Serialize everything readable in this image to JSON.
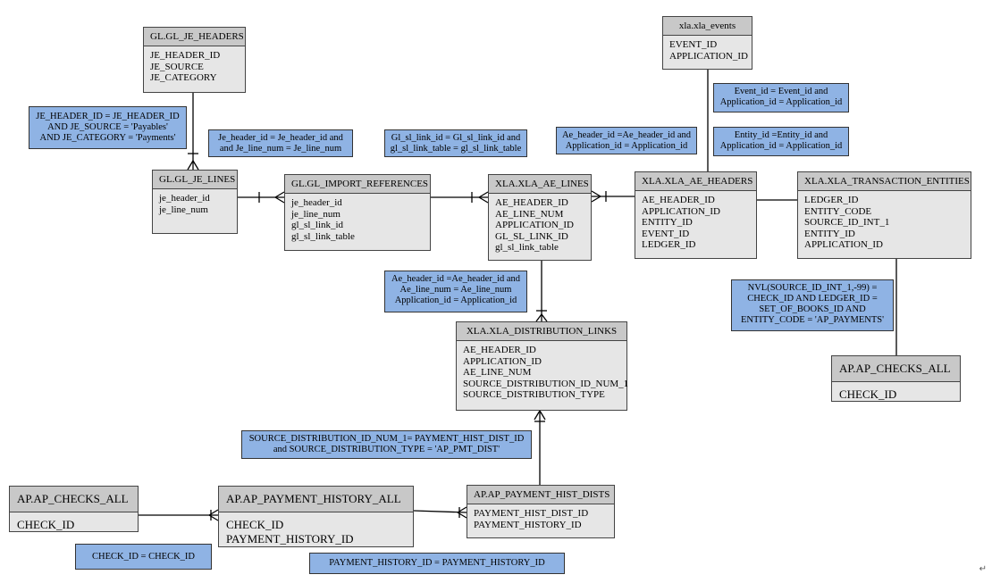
{
  "entities": {
    "gl_je_headers": {
      "title": "GL.GL_JE_HEADERS",
      "fields": [
        "JE_HEADER_ID",
        "JE_SOURCE",
        "JE_CATEGORY"
      ]
    },
    "gl_je_lines": {
      "title": "GL.GL_JE_LINES",
      "fields": [
        "je_header_id",
        "je_line_num"
      ]
    },
    "gl_import_references": {
      "title": "GL.GL_IMPORT_REFERENCES",
      "fields": [
        "je_header_id",
        "je_line_num",
        "gl_sl_link_id",
        "gl_sl_link_table"
      ]
    },
    "xla_ae_lines": {
      "title": "XLA.XLA_AE_LINES",
      "fields": [
        "AE_HEADER_ID",
        "AE_LINE_NUM",
        "APPLICATION_ID",
        "GL_SL_LINK_ID",
        "gl_sl_link_table"
      ]
    },
    "xla_events": {
      "title": "xla.xla_events",
      "fields": [
        "EVENT_ID",
        "APPLICATION_ID"
      ]
    },
    "xla_ae_headers": {
      "title": "XLA.XLA_AE_HEADERS",
      "fields": [
        "AE_HEADER_ID",
        "APPLICATION_ID",
        "ENTITY_ID",
        "EVENT_ID",
        "LEDGER_ID"
      ]
    },
    "xla_transaction_entities": {
      "title": "XLA.XLA_TRANSACTION_ENTITIES",
      "fields": [
        "LEDGER_ID",
        "ENTITY_CODE",
        "SOURCE_ID_INT_1",
        "ENTITY_ID",
        "APPLICATION_ID"
      ]
    },
    "xla_distribution_links": {
      "title": "XLA.XLA_DISTRIBUTION_LINKS",
      "fields": [
        "AE_HEADER_ID",
        "APPLICATION_ID",
        "AE_LINE_NUM",
        "SOURCE_DISTRIBUTION_ID_NUM_1",
        "SOURCE_DISTRIBUTION_TYPE"
      ]
    },
    "ap_checks_all_right": {
      "title": "AP.AP_CHECKS_ALL",
      "fields": [
        "CHECK_ID"
      ]
    },
    "ap_checks_all_left": {
      "title": "AP.AP_CHECKS_ALL",
      "fields": [
        "CHECK_ID"
      ]
    },
    "ap_payment_history_all": {
      "title": "AP.AP_PAYMENT_HISTORY_ALL",
      "fields": [
        "CHECK_ID",
        "PAYMENT_HISTORY_ID"
      ]
    },
    "ap_payment_hist_dists": {
      "title": "AP.AP_PAYMENT_HIST_DISTS",
      "fields": [
        "PAYMENT_HIST_DIST_ID",
        "PAYMENT_HISTORY_ID"
      ]
    }
  },
  "notes": {
    "je_headers_lines": [
      "JE_HEADER_ID = JE_HEADER_ID",
      "AND JE_SOURCE = 'Payables'",
      "AND JE_CATEGORY = 'Payments'"
    ],
    "je_lines_import": [
      "Je_header_id = Je_header_id and",
      "and Je_line_num = Je_line_num"
    ],
    "import_ae_lines": [
      "Gl_sl_link_id = Gl_sl_link_id and",
      "gl_sl_link_table = gl_sl_link_table"
    ],
    "ae_lines_headers": [
      "Ae_header_id =Ae_header_id and",
      "Application_id = Application_id"
    ],
    "events_headers": [
      "Event_id = Event_id and",
      "Application_id = Application_id"
    ],
    "headers_entities": [
      "Entity_id =Entity_id and",
      "Application_id = Application_id"
    ],
    "ae_lines_dist": [
      "Ae_header_id =Ae_header_id and",
      "Ae_line_num = Ae_line_num",
      "Application_id = Application_id"
    ],
    "entities_checks": [
      "NVL(SOURCE_ID_INT_1,-99) =",
      "CHECK_ID AND LEDGER_ID =",
      "SET_OF_BOOKS_ID AND",
      "ENTITY_CODE = 'AP_PAYMENTS'"
    ],
    "dist_paydists": [
      "SOURCE_DISTRIBUTION_ID_NUM_1= PAYMENT_HIST_DIST_ID",
      "and  SOURCE_DISTRIBUTION_TYPE =   'AP_PMT_DIST'"
    ],
    "checks_history": [
      "CHECK_ID = CHECK_ID"
    ],
    "history_dists": [
      "PAYMENT_HISTORY_ID = PAYMENT_HISTORY_ID"
    ]
  },
  "corner_mark": "↵"
}
